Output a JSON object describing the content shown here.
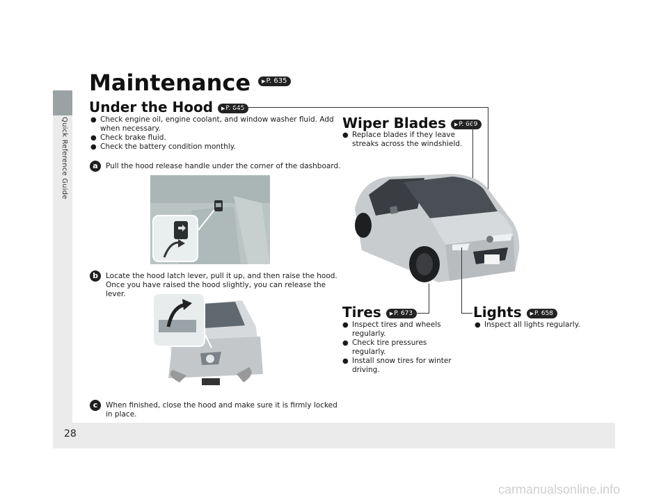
{
  "side_tab_label": "Quick Reference Guide",
  "page_number": "28",
  "title": {
    "text": "Maintenance",
    "ref": "P. 635"
  },
  "under_hood": {
    "title": "Under the Hood",
    "ref": "P. 645",
    "bullets": [
      "Check engine oil, engine coolant, and window washer fluid. Add when necessary.",
      "Check brake fluid.",
      "Check the battery condition monthly."
    ]
  },
  "steps": [
    {
      "badge": "a",
      "text": "Pull the hood release handle under the corner of the dashboard."
    },
    {
      "badge": "b",
      "text": "Locate the hood latch lever, pull it up, and then raise the hood. Once you have raised the hood slightly, you can release the lever."
    },
    {
      "badge": "c",
      "text": "When finished, close the hood and make sure it is firmly locked in place."
    }
  ],
  "wiper_blades": {
    "title": "Wiper Blades",
    "ref": "P. 669",
    "bullets": [
      "Replace blades if they leave streaks across the windshield."
    ]
  },
  "tires": {
    "title": "Tires",
    "ref": "P. 673",
    "bullets": [
      "Inspect tires and wheels regularly.",
      "Check tire pressures regularly.",
      "Install snow tires for winter driving."
    ]
  },
  "lights": {
    "title": "Lights",
    "ref": "P. 658",
    "bullets": [
      "Inspect all lights regularly."
    ]
  },
  "watermark": "carmanualsonline.info"
}
